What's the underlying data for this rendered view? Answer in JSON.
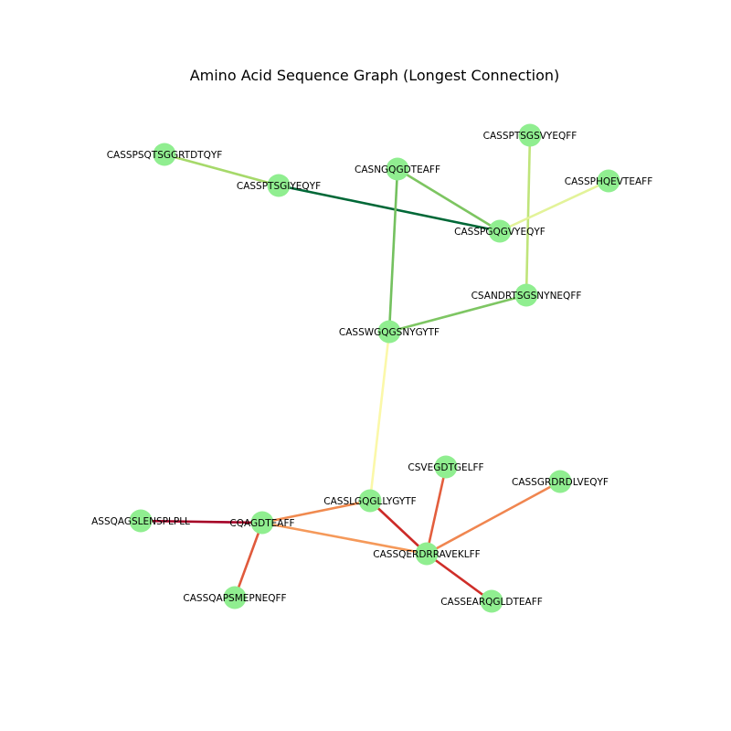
{
  "title": "Amino Acid Sequence Graph (Longest Connection)",
  "node_color": "#90ee90",
  "nodes": [
    {
      "id": "CASSPSQTSGGRTDTQYF"
    },
    {
      "id": "CASSPTSGIYEQYF"
    },
    {
      "id": "CASNGQGDTEAFF"
    },
    {
      "id": "CASSPTSGSVYEQFF"
    },
    {
      "id": "CASSPHQEVTEAFF"
    },
    {
      "id": "CASSPGQGVYEQYF"
    },
    {
      "id": "CSANDRTSGSNYNEQFF"
    },
    {
      "id": "CASSWGQGSNYGYTF"
    },
    {
      "id": "CSVEGDTGELFF"
    },
    {
      "id": "CASSGRDRDLVEQYF"
    },
    {
      "id": "CASSLGQGLLYGYTF"
    },
    {
      "id": "ASSQAGSLENSPLPLL"
    },
    {
      "id": "CQAGDTEAFF"
    },
    {
      "id": "CASSQERDRRAVEKLFF"
    },
    {
      "id": "CASSQAPSMEPNEQFF"
    },
    {
      "id": "CASSEARQGLDTEAFF"
    }
  ],
  "edges": [
    {
      "source": "CASSPSQTSGGRTDTQYF",
      "target": "CASSPTSGIYEQYF",
      "color": "#a6d96a"
    },
    {
      "source": "CASSPTSGIYEQYF",
      "target": "CASSPGQGVYEQYF",
      "color": "#006837"
    },
    {
      "source": "CASNGQGDTEAFF",
      "target": "CASSPGQGVYEQYF",
      "color": "#7dc561"
    },
    {
      "source": "CASNGQGDTEAFF",
      "target": "CASSWGQGSNYGYTF",
      "color": "#74c15f"
    },
    {
      "source": "CASSPTSGSVYEQFF",
      "target": "CSANDRTSGSNYNEQFF",
      "color": "#bfe47a"
    },
    {
      "source": "CASSPHQEVTEAFF",
      "target": "CASSPGQGVYEQYF",
      "color": "#e3f399"
    },
    {
      "source": "CSANDRTSGSNYNEQFF",
      "target": "CASSWGQGSNYGYTF",
      "color": "#7ec663"
    },
    {
      "source": "CASSWGQGSNYGYTF",
      "target": "CASSLGQGLLYGYTF",
      "color": "#fbf8a9"
    },
    {
      "source": "CASSLGQGLLYGYTF",
      "target": "CQAGDTEAFF",
      "color": "#f08a4f"
    },
    {
      "source": "CASSLGQGLLYGYTF",
      "target": "CASSQERDRRAVEKLFF",
      "color": "#cc2b28"
    },
    {
      "source": "ASSQAGSLENSPLPLL",
      "target": "CQAGDTEAFF",
      "color": "#a50026"
    },
    {
      "source": "CQAGDTEAFF",
      "target": "CASSQAPSMEPNEQFF",
      "color": "#e05a3c"
    },
    {
      "source": "CQAGDTEAFF",
      "target": "CASSQERDRRAVEKLFF",
      "color": "#f5995a"
    },
    {
      "source": "CSVEGDTGELFF",
      "target": "CASSQERDRRAVEKLFF",
      "color": "#e35e3d"
    },
    {
      "source": "CASSGRDRDLVEQYF",
      "target": "CASSQERDRRAVEKLFF",
      "color": "#f08650"
    },
    {
      "source": "CASSQERDRRAVEKLFF",
      "target": "CASSEARQGLDTEAFF",
      "color": "#cf2e29"
    }
  ]
}
